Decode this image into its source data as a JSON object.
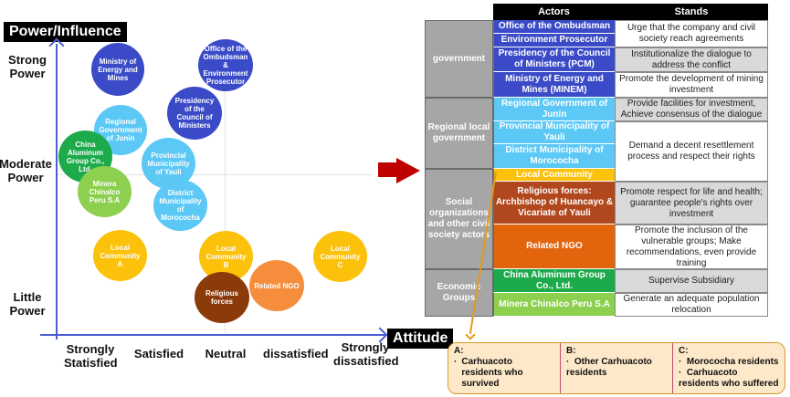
{
  "diagram": {
    "y_axis_title": "Power/Influence",
    "x_axis_title": "Attitude",
    "y_levels": [
      "Strong Power",
      "Moderate Power",
      "Little Power"
    ],
    "x_levels": [
      "Strongly Statisfied",
      "Satisfied",
      "Neutral",
      "dissatisfied",
      "Strongly dissatisfied"
    ],
    "bubbles": [
      {
        "label": "Ministry of Energy and Mines",
        "color": "#3b4bc8",
        "attitude": "Satisfied",
        "power": "Strong"
      },
      {
        "label": "Office of the Ombudsman & Environment Prosecutor",
        "color": "#3b4bc8",
        "attitude": "Neutral",
        "power": "Strong"
      },
      {
        "label": "Presidency of the Council of Ministers",
        "color": "#3b4bc8",
        "attitude": "Neutral-Satisfied",
        "power": "Strong-Moderate"
      },
      {
        "label": "Regional Government of Junin",
        "color": "#5bc8f5",
        "attitude": "Satisfied",
        "power": "Moderate-Strong"
      },
      {
        "label": "China Aluminum Group Co., Ltd.",
        "color": "#1daa4a",
        "attitude": "Strongly Statisfied",
        "power": "Moderate"
      },
      {
        "label": "Provincial Municipality of Yauli",
        "color": "#5bc8f5",
        "attitude": "Satisfied-Neutral",
        "power": "Moderate"
      },
      {
        "label": "Minera Chinalco Peru S.A",
        "color": "#8dd04f",
        "attitude": "Strongly Statisfied",
        "power": "Moderate"
      },
      {
        "label": "District Municipality of Morococha",
        "color": "#5bc8f5",
        "attitude": "Satisfied-Neutral",
        "power": "Moderate"
      },
      {
        "label": "Local Community A",
        "color": "#fcc10a",
        "attitude": "Satisfied",
        "power": "Little-Moderate"
      },
      {
        "label": "Local Community B",
        "color": "#fcc10a",
        "attitude": "Neutral",
        "power": "Little-Moderate"
      },
      {
        "label": "Local Community C",
        "color": "#fcc10a",
        "attitude": "Strongly dissatisfied",
        "power": "Little-Moderate"
      },
      {
        "label": "Related NGO",
        "color": "#f58d3c",
        "attitude": "dissatisfied",
        "power": "Little"
      },
      {
        "label": "Religious forces",
        "color": "#8b3a0a",
        "attitude": "Neutral",
        "power": "Little"
      }
    ]
  },
  "table": {
    "headers": [
      "Actors",
      "Stands"
    ],
    "groups": [
      {
        "label": "government"
      },
      {
        "label": "Regional local government"
      },
      {
        "label": "Social organizations and other civil society actors"
      },
      {
        "label": "Economic Groups"
      }
    ],
    "actors": [
      {
        "label": "Office of the Ombudsman",
        "color": "#3b4bc8"
      },
      {
        "label": "Environment Prosecutor",
        "color": "#3b4bc8"
      },
      {
        "label": "Presidency of the Council of Ministers (PCM)",
        "color": "#3b4bc8"
      },
      {
        "label": "Ministry of Energy and Mines (MINEM)",
        "color": "#3b4bc8"
      },
      {
        "label": "Regional Government of Junín",
        "color": "#5bc8f5"
      },
      {
        "label": "Provincial Municipality of Yauli",
        "color": "#5bc8f5"
      },
      {
        "label": "District Municipality of Morococha",
        "color": "#5bc8f5"
      },
      {
        "label": "Local Community",
        "color": "#fcc10a"
      },
      {
        "label": "Religious forces: Archbishop of Huancayo & Vicariate of Yauli",
        "color": "#b0471d"
      },
      {
        "label": "Related NGO",
        "color": "#e2640d"
      },
      {
        "label": "China Aluminum Group Co., Ltd.",
        "color": "#1daa4a"
      },
      {
        "label": "Minera Chinalco Peru S.A",
        "color": "#8dd04f"
      }
    ],
    "stands": [
      "Urge that the company and civil society reach agreements",
      "Institutionalize the dialogue to address the conflict",
      "Promote the development of mining investment",
      "Provide facilities for investment, Achieve consensus of the dialogue",
      "Demand a decent resettlement process and respect their rights",
      "Promote respect for life and health; guarantee people's rights over investment",
      "Promote the inclusion of the vulnerable groups; Make recommendations, even provide training",
      "Supervise Subsidiary",
      "Generate an adequate population relocation"
    ]
  },
  "legend": [
    {
      "title": "A:",
      "items": [
        "Carhuacoto residents who survived"
      ]
    },
    {
      "title": "B:",
      "items": [
        "Other Carhuacoto residents"
      ]
    },
    {
      "title": "C:",
      "items": [
        "Morococha residents",
        "Carhuacoto residents who suffered"
      ]
    }
  ]
}
